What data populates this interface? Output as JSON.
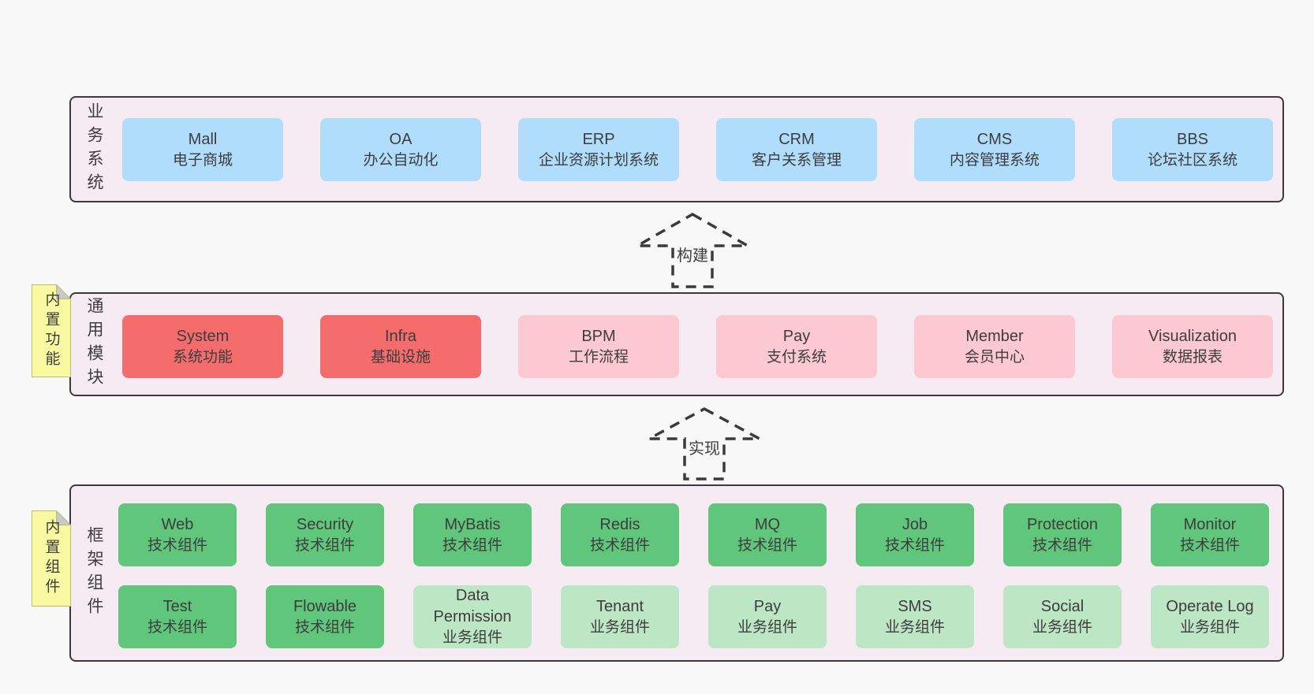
{
  "diagram": {
    "colors": {
      "page_bg": "#f8f8f8",
      "layer_bg": "#f7ebf3",
      "layer_border": "#3a3a3a",
      "box_blue": "#b0ddfb",
      "box_red": "#f56c6c",
      "box_pink": "#fcc9d3",
      "box_green": "#5fc67b",
      "box_light_green": "#bde6c4",
      "sticky_yellow": "#f9f9a1",
      "text": "#3d3d3d"
    },
    "arrows": [
      {
        "label": "构建"
      },
      {
        "label": "实现"
      }
    ],
    "layers": [
      {
        "label": "业务系统",
        "boxes": [
          {
            "name": "Mall",
            "desc": "电子商城"
          },
          {
            "name": "OA",
            "desc": "办公自动化"
          },
          {
            "name": "ERP",
            "desc": "企业资源计划系统"
          },
          {
            "name": "CRM",
            "desc": "客户关系管理"
          },
          {
            "name": "CMS",
            "desc": "内容管理系统"
          },
          {
            "name": "BBS",
            "desc": "论坛社区系统"
          }
        ]
      },
      {
        "label": "通用模块",
        "sticky": "内置功能",
        "boxes": [
          {
            "name": "System",
            "desc": "系统功能"
          },
          {
            "name": "Infra",
            "desc": "基础设施"
          },
          {
            "name": "BPM",
            "desc": "工作流程"
          },
          {
            "name": "Pay",
            "desc": "支付系统"
          },
          {
            "name": "Member",
            "desc": "会员中心"
          },
          {
            "name": "Visualization",
            "desc": "数据报表"
          }
        ]
      },
      {
        "label": "框架组件",
        "sticky": "内置组件",
        "row1": [
          {
            "name": "Web",
            "desc": "技术组件"
          },
          {
            "name": "Security",
            "desc": "技术组件"
          },
          {
            "name": "MyBatis",
            "desc": "技术组件"
          },
          {
            "name": "Redis",
            "desc": "技术组件"
          },
          {
            "name": "MQ",
            "desc": "技术组件"
          },
          {
            "name": "Job",
            "desc": "技术组件"
          },
          {
            "name": "Protection",
            "desc": "技术组件"
          },
          {
            "name": "Monitor",
            "desc": "技术组件"
          }
        ],
        "row2": [
          {
            "name": "Test",
            "desc": "技术组件"
          },
          {
            "name": "Flowable",
            "desc": "技术组件"
          },
          {
            "name": "Data Permission",
            "desc": "业务组件"
          },
          {
            "name": "Tenant",
            "desc": "业务组件"
          },
          {
            "name": "Pay",
            "desc": "业务组件"
          },
          {
            "name": "SMS",
            "desc": "业务组件"
          },
          {
            "name": "Social",
            "desc": "业务组件"
          },
          {
            "name": "Operate Log",
            "desc": "业务组件"
          }
        ]
      }
    ]
  }
}
